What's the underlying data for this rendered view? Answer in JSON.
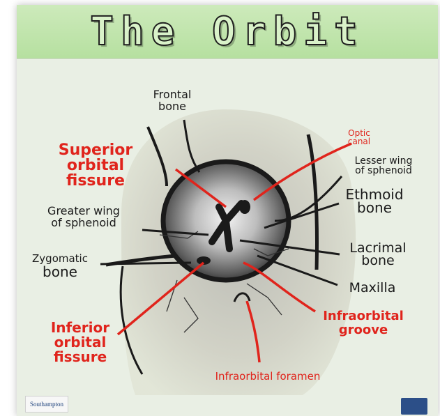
{
  "title": "The Orbit",
  "labels": {
    "frontal_bone": [
      "Frontal",
      "bone"
    ],
    "superior_orbital_fissure": [
      "Superior",
      "orbital",
      "fissure"
    ],
    "optic_canal": [
      "Optic",
      "canal"
    ],
    "lesser_wing": [
      "Lesser wing",
      "of sphenoid"
    ],
    "ethmoid_bone": [
      "Ethmoid",
      "bone"
    ],
    "greater_wing": [
      "Greater wing",
      "of sphenoid"
    ],
    "zygomatic_bone": [
      "Zygomatic",
      "bone"
    ],
    "lacrimal_bone": [
      "Lacrimal",
      "bone"
    ],
    "maxilla": "Maxilla",
    "infraorbital_groove": [
      "Infraorbital",
      "groove"
    ],
    "inferior_orbital_fissure": [
      "Inferior",
      "orbital",
      "fissure"
    ],
    "infraorbital_foramen": "Infraorbital foramen"
  },
  "logos": {
    "left": "Southampton"
  },
  "colors": {
    "title_bar": "#b6e0a0",
    "background": "#e9efe4",
    "label_black": "#1a1a1a",
    "label_red": "#e0241c"
  }
}
